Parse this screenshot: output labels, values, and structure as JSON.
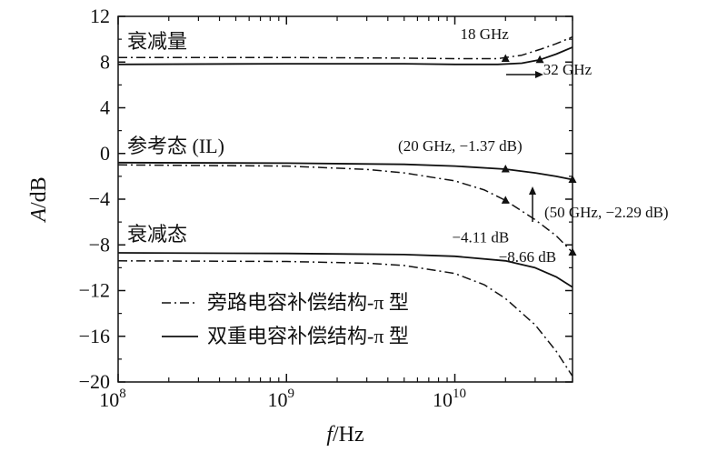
{
  "chart_data": {
    "type": "line",
    "xlabel_italic": "f",
    "xlabel_rest": "/Hz",
    "ylabel_italic": "A",
    "ylabel_rest": "/dB",
    "xscale": "log",
    "xlim": [
      100000000,
      50000000000
    ],
    "ylim": [
      -20,
      12
    ],
    "yticks": [
      -20,
      -16,
      -12,
      -8,
      -4,
      0,
      4,
      8,
      12
    ],
    "yticklabels": [
      "−20",
      "−16",
      "−12",
      "−8",
      "−4",
      "0",
      "4",
      "8",
      "12"
    ],
    "xticks": [
      {
        "value": 100000000,
        "base": "10",
        "exp": "8"
      },
      {
        "value": 1000000000,
        "base": "10",
        "exp": "9"
      },
      {
        "value": 10000000000,
        "base": "10",
        "exp": "10"
      }
    ],
    "grid": false,
    "legend_position": "bottom-left",
    "series": [
      {
        "name": "旁路电容补偿结构-π 型",
        "style": "dashdot",
        "state": "衰减量",
        "x": [
          100000000,
          1000000000,
          5000000000,
          10000000000,
          18000000000,
          25000000000,
          32000000000,
          40000000000,
          50000000000
        ],
        "y": [
          8.4,
          8.4,
          8.35,
          8.3,
          8.3,
          8.6,
          9.1,
          9.6,
          10.2
        ]
      },
      {
        "name": "双重电容补偿结构-π 型",
        "style": "solid",
        "state": "衰减量",
        "x": [
          100000000,
          1000000000,
          5000000000,
          10000000000,
          18000000000,
          25000000000,
          32000000000,
          40000000000,
          50000000000
        ],
        "y": [
          7.8,
          7.85,
          7.85,
          7.8,
          7.8,
          7.9,
          8.2,
          8.7,
          9.3
        ]
      },
      {
        "name": "旁路电容补偿结构-π 型",
        "style": "dashdot",
        "state": "参考态 (IL)",
        "x": [
          100000000,
          1000000000,
          3000000000,
          5000000000,
          10000000000,
          15000000000,
          20000000000,
          30000000000,
          40000000000,
          50000000000
        ],
        "y": [
          -1.0,
          -1.1,
          -1.4,
          -1.7,
          -2.4,
          -3.2,
          -4.11,
          -5.8,
          -7.2,
          -8.66
        ]
      },
      {
        "name": "双重电容补偿结构-π 型",
        "style": "solid",
        "state": "参考态 (IL)",
        "x": [
          100000000,
          1000000000,
          5000000000,
          10000000000,
          20000000000,
          30000000000,
          40000000000,
          50000000000
        ],
        "y": [
          -0.8,
          -0.85,
          -0.95,
          -1.1,
          -1.37,
          -1.7,
          -2.0,
          -2.29
        ]
      },
      {
        "name": "旁路电容补偿结构-π 型",
        "style": "dashdot",
        "state": "衰减态",
        "x": [
          100000000,
          1000000000,
          3000000000,
          5000000000,
          10000000000,
          15000000000,
          20000000000,
          30000000000,
          40000000000,
          50000000000
        ],
        "y": [
          -9.4,
          -9.45,
          -9.6,
          -9.8,
          -10.5,
          -11.5,
          -12.7,
          -15.0,
          -17.3,
          -19.5
        ]
      },
      {
        "name": "双重电容补偿结构-π 型",
        "style": "solid",
        "state": "衰减态",
        "x": [
          100000000,
          1000000000,
          5000000000,
          10000000000,
          20000000000,
          30000000000,
          40000000000,
          50000000000
        ],
        "y": [
          -8.7,
          -8.75,
          -8.85,
          -9.0,
          -9.4,
          -10.0,
          -10.8,
          -11.7
        ]
      }
    ],
    "markers": [
      {
        "x": 20000000000,
        "y": 8.3
      },
      {
        "x": 32000000000,
        "y": 8.2
      },
      {
        "x": 20000000000,
        "y": -1.37
      },
      {
        "x": 50000000000,
        "y": -2.29
      },
      {
        "x": 20000000000,
        "y": -4.11
      },
      {
        "x": 50000000000,
        "y": -8.66
      }
    ],
    "annotations": [
      {
        "id": "a18",
        "text": "18 GHz",
        "x": 15000000000,
        "y": 10.0,
        "anchor": "middle"
      },
      {
        "id": "a32",
        "text": "32 GHz",
        "x": 33500000000,
        "y": 6.9,
        "anchor": "start"
      },
      {
        "id": "a20",
        "text": "(20 GHz, −1.37 dB)",
        "x": 4600000000,
        "y": 0.2,
        "anchor": "start"
      },
      {
        "id": "a50",
        "text": "(50 GHz, −2.29 dB)",
        "x": 34000000000,
        "y": -5.6,
        "anchor": "start"
      },
      {
        "id": "a411",
        "text": "−4.11 dB",
        "x": 21000000000,
        "y": -7.8,
        "anchor": "end"
      },
      {
        "id": "a866",
        "text": "−8.66 dB",
        "x": 40000000000,
        "y": -9.5,
        "anchor": "end"
      }
    ],
    "section_labels": [
      "衰减量",
      "参考态 (IL)",
      "衰减态"
    ],
    "legend": [
      {
        "style": "dashdot",
        "label": "旁路电容补偿结构-π 型"
      },
      {
        "style": "solid",
        "label": "双重电容补偿结构-π 型"
      }
    ]
  }
}
